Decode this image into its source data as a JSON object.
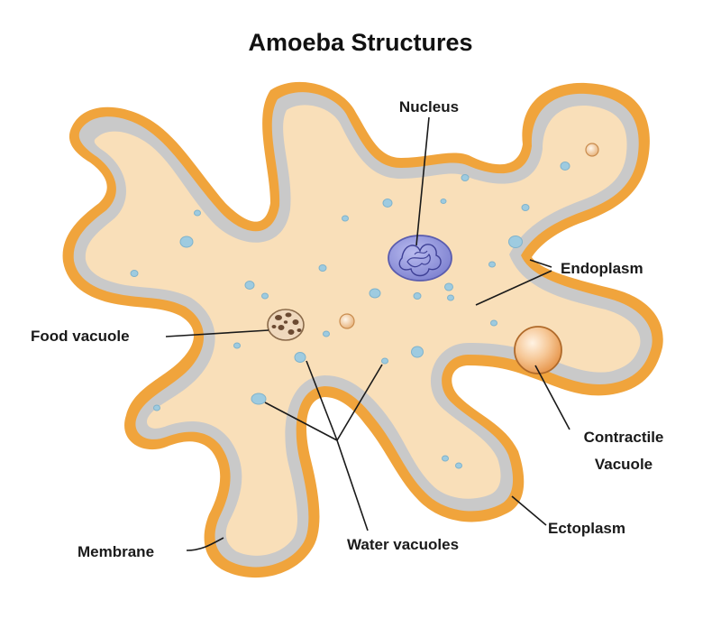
{
  "title": "Amoeba Structures",
  "labels": {
    "nucleus": "Nucleus",
    "endoplasm": "Endoplasm",
    "food_vacuole": "Food vacuole",
    "contractile_line1": "Contractile",
    "contractile_line2": "Vacuole",
    "ectoplasm": "Ectoplasm",
    "water_vacuoles": "Water vacuoles",
    "membrane": "Membrane"
  },
  "colors": {
    "membrane": "#f0a43c",
    "ectoplasm_band": "#c9c9c9",
    "cytoplasm": "#f9dfb9",
    "water_vacuole": "#9ecbe0",
    "nucleus": "#8c8fd6",
    "contractile_vacuole": "#f2b27a",
    "food_vacuole": "#c9a27a",
    "text": "#1a1a1a"
  }
}
